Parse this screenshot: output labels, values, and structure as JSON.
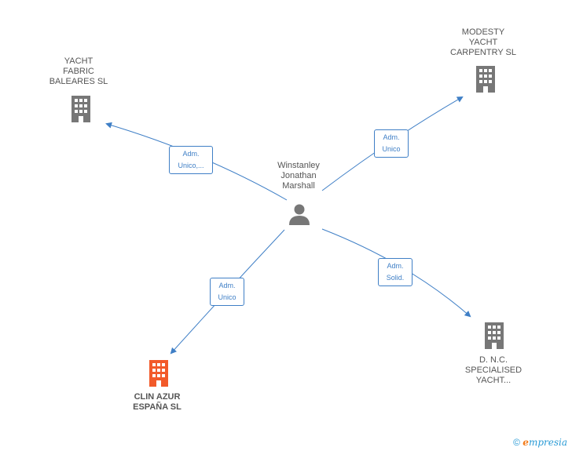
{
  "center": {
    "lines": [
      "Winstanley",
      "Jonathan",
      "Marshall"
    ]
  },
  "nodes": {
    "yacht_fabric": {
      "lines": [
        "YACHT",
        "FABRIC",
        "BALEARES SL"
      ]
    },
    "modesty": {
      "lines": [
        "MODESTY",
        "YACHT",
        "CARPENTRY SL"
      ]
    },
    "clin_azur": {
      "lines": [
        "CLIN AZUR",
        "ESPAÑA SL"
      ]
    },
    "dnc": {
      "lines": [
        "D. N.C.",
        "SPECIALISED",
        "YACHT..."
      ]
    }
  },
  "edges": {
    "yacht_fabric": {
      "lines": [
        "Adm.",
        "Unico,..."
      ]
    },
    "modesty": {
      "lines": [
        "Adm.",
        "Unico"
      ]
    },
    "clin_azur": {
      "lines": [
        "Adm.",
        "Unico"
      ]
    },
    "dnc": {
      "lines": [
        "Adm.",
        "Solid."
      ]
    }
  },
  "colors": {
    "edge": "#3f7fc6",
    "building": "#777777",
    "main_building": "#f25a2a"
  },
  "footer": {
    "copyright": "©",
    "brand_e": "e",
    "brand_rest": "mpresia"
  }
}
